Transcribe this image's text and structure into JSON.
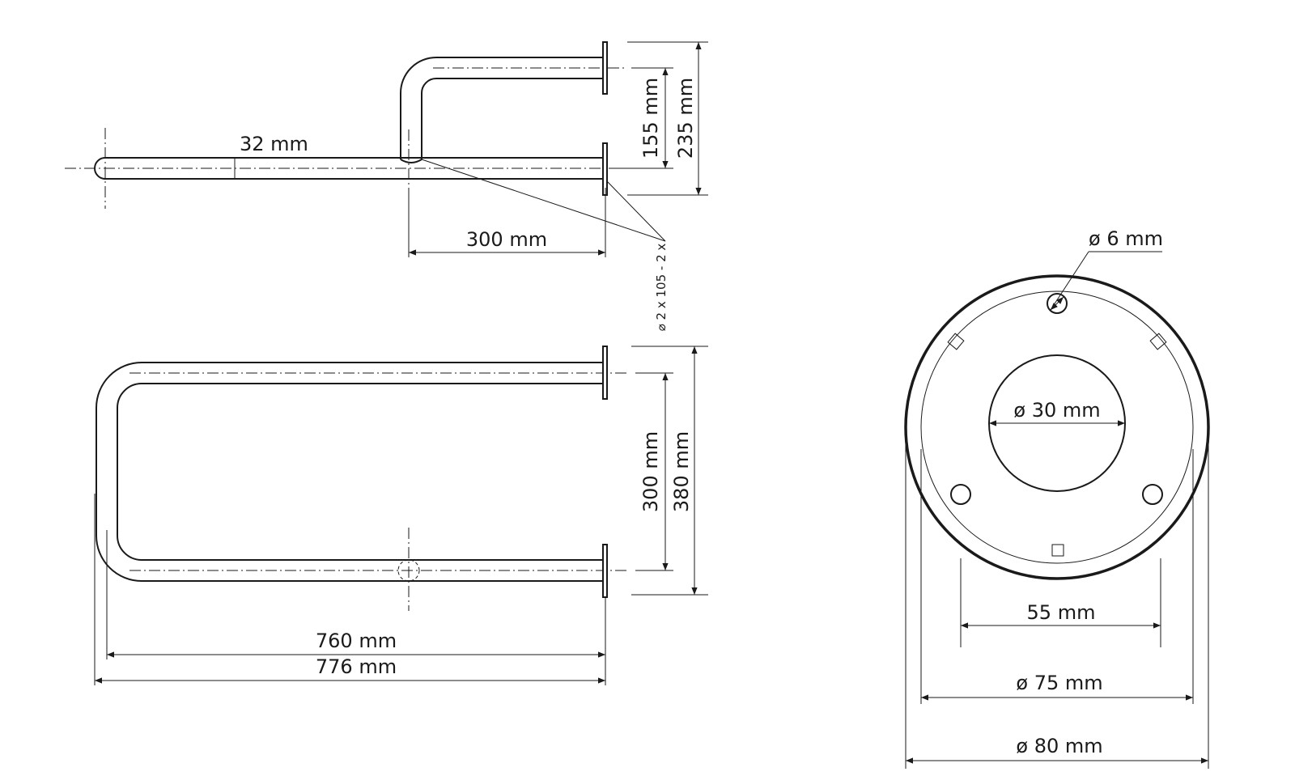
{
  "side_view": {
    "tube_diameter": "32 mm",
    "depth_offset": "300 mm",
    "height_inner": "155 mm",
    "height_outer": "235 mm",
    "screws": "⌀ 2 x 105 - 2 x"
  },
  "top_view": {
    "inner_width": "300 mm",
    "outer_width": "380 mm",
    "inner_length": "760 mm",
    "outer_length": "776 mm"
  },
  "flange_view": {
    "hole_diameter": "ø 6 mm",
    "center_diameter": "ø 30 mm",
    "hole_spacing": "55 mm",
    "inner_diameter": "ø 75 mm",
    "outer_diameter": "ø 80 mm"
  },
  "colors": {
    "line": "#1a1a1a",
    "background": "#ffffff"
  }
}
